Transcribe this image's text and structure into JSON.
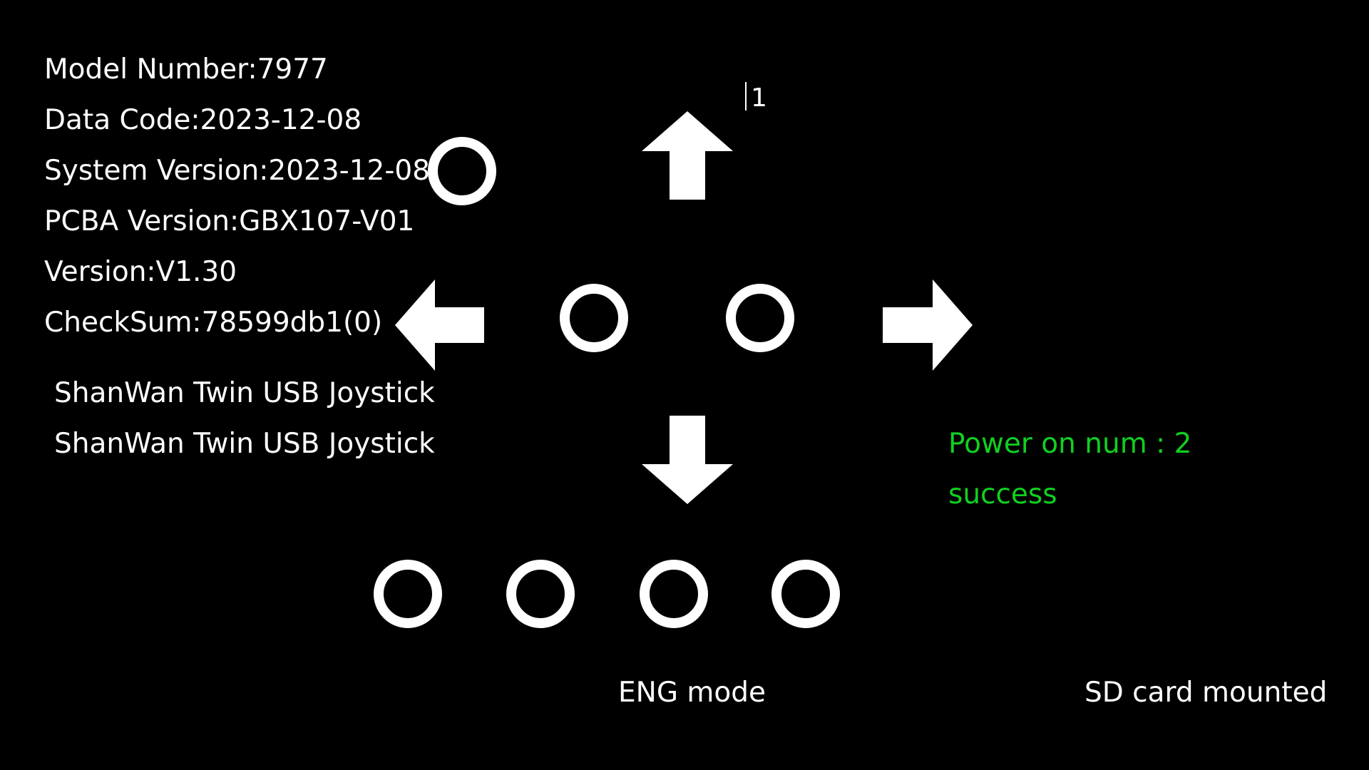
{
  "device_info": [
    "Model Number:7977",
    "Data Code:2023-12-08",
    "System Version:2023-12-08",
    "PCBA Version:GBX107-V01",
    "Version:V1.30",
    "CheckSum:78599db1(0)"
  ],
  "gamepads": [
    "ShanWan Twin USB Joystick",
    "ShanWan Twin USB Joystick"
  ],
  "input_marker": "1",
  "power_on": "Power on num :  2",
  "result": "success",
  "mode": "ENG mode",
  "sd_status": "SD card mounted",
  "icons": {
    "dpad_up": "arrow-up-icon",
    "dpad_down": "arrow-down-icon",
    "dpad_left": "arrow-left-icon",
    "dpad_right": "arrow-right-icon",
    "buttons": "circle-icon"
  },
  "colors": {
    "background": "#000000",
    "text": "#ffffff",
    "status": "#10d020"
  }
}
